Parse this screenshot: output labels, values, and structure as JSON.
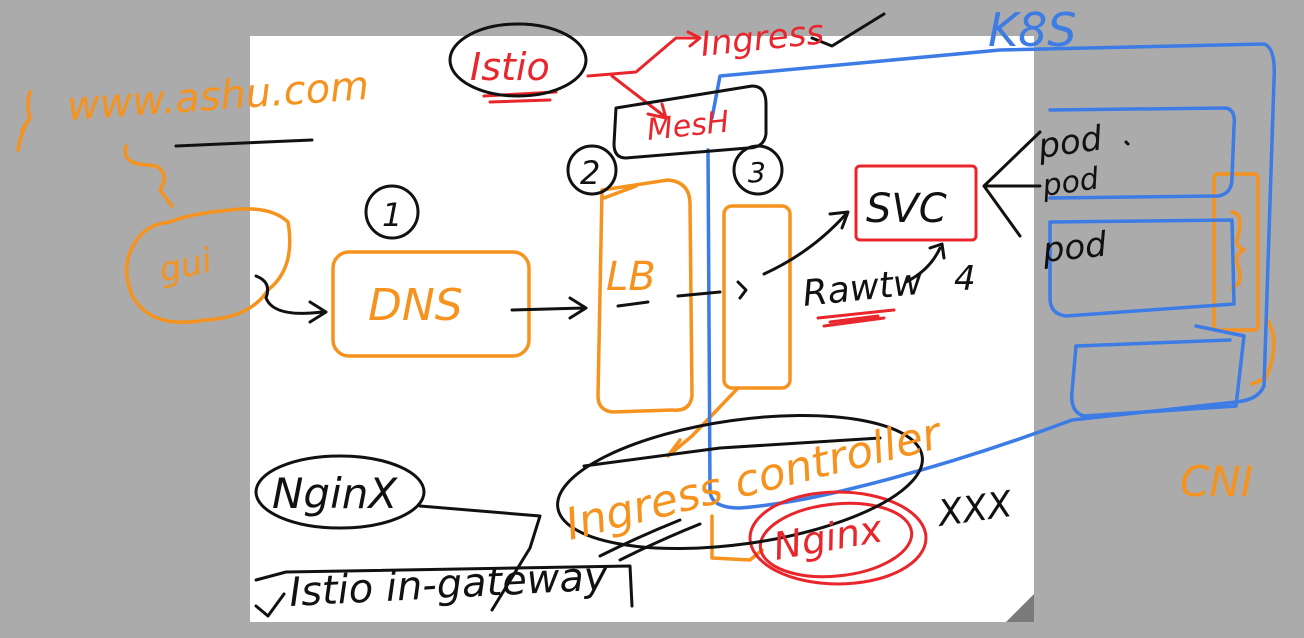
{
  "colors": {
    "background": "#ababab",
    "page": "#ffffff",
    "orange": "#f5931e",
    "blue": "#3d7be5",
    "red": "#e8262b",
    "black": "#111111"
  },
  "labels": {
    "domain": "www.ashu.com",
    "client": "gui",
    "step1": "1",
    "dns": "DNS",
    "step2": "2",
    "lb": "LB",
    "step3": "3",
    "istio": "Istio",
    "ingress": "Ingress",
    "mesh": "MesH",
    "k8s": "K8S",
    "svc": "SVC",
    "routing": "Rawtw",
    "step4": "4",
    "pod1": "pod",
    "pod2": "pod",
    "pod3": "pod",
    "ingress_controller": "Ingress controller",
    "nginx_box": "NginX",
    "istio_gateway": "Istio in-gateway",
    "nginx_red": "Nginx",
    "xxx": "XXX",
    "cni": "CNI"
  }
}
